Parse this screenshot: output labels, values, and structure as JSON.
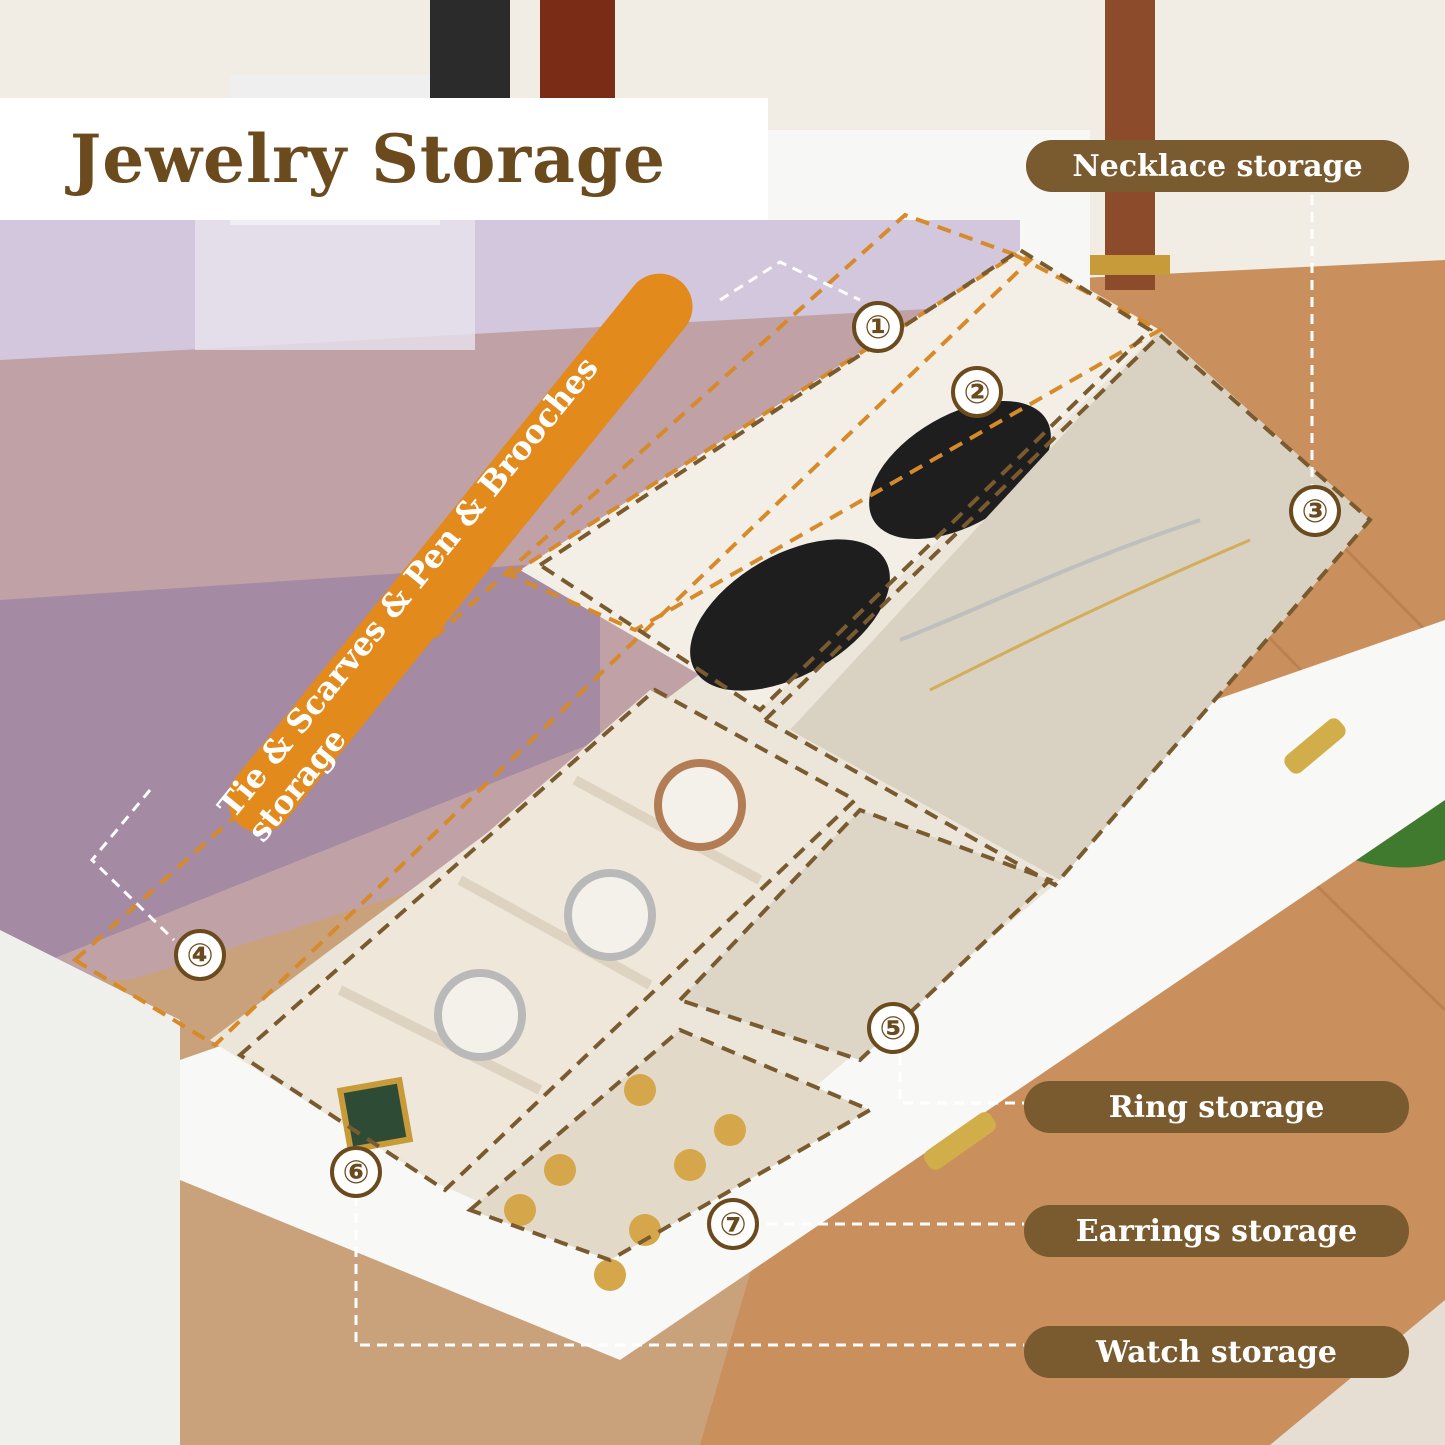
{
  "title": "Jewelry Storage",
  "diagonal_label": "Tie & Scarves & Pen & Brooches storage",
  "labels": {
    "necklace": "Necklace storage",
    "ring": "Ring storage",
    "earrings": "Earrings storage",
    "watch": "Watch storage"
  },
  "badges": [
    "①",
    "②",
    "③",
    "④",
    "⑤",
    "⑥",
    "⑦"
  ],
  "colors": {
    "brand_brown": "#7a5a2f",
    "accent_orange": "#e28a1c",
    "title_brown": "#6b4a1e"
  }
}
